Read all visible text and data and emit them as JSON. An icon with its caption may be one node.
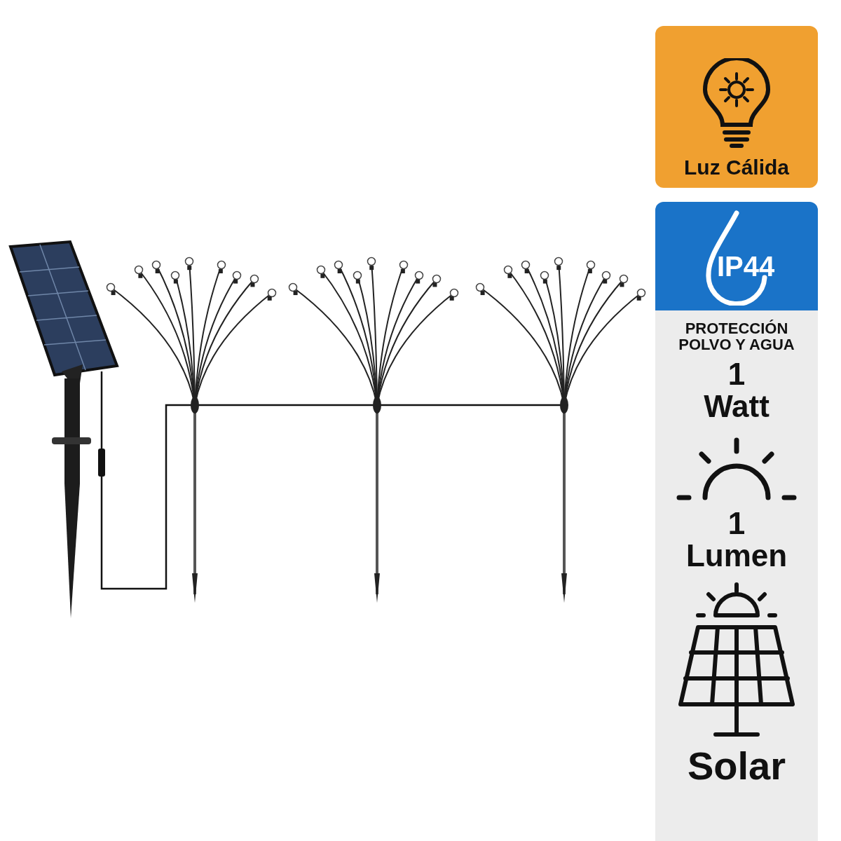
{
  "diagram": {
    "nodes": [
      {
        "text": [
          "Luz Cálida"
        ]
      },
      {
        "text": [
          "IP44",
          "PROTECCIÓN POLVO Y AGUA",
          "1 Watt",
          "1 Lumen",
          "Solar"
        ]
      }
    ],
    "edges": []
  }
}
